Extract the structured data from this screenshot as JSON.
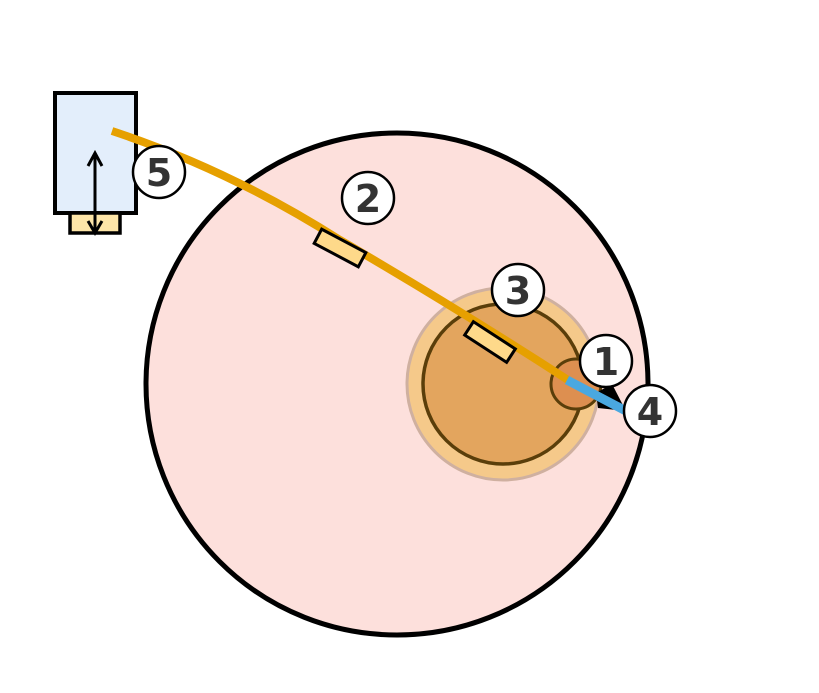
{
  "labels": {
    "l1": "1",
    "l2": "2",
    "l3": "3",
    "l4": "4",
    "l5": "5"
  },
  "colors": {
    "big_circle": "#fde0dc",
    "ring_outer": "#f5c98a",
    "ring_inner": "#e3a55e",
    "small_circle": "#dd8f50",
    "wire": "#e6a000",
    "tip": "#4aa8e0",
    "box": "#e3eefb",
    "base": "#fde5a8",
    "pad": "#fed98a",
    "outline": "#000000"
  }
}
